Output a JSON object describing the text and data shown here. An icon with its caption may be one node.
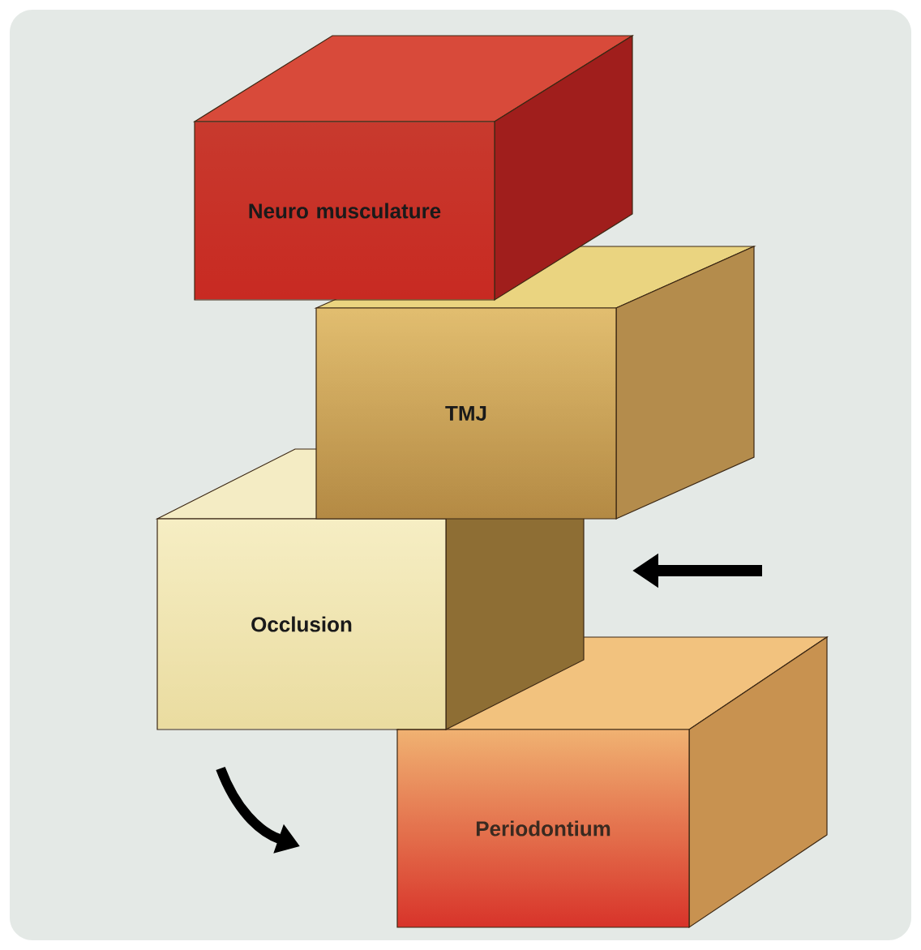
{
  "diagram": {
    "nodes": [
      {
        "text": [
          "Neuro musculature"
        ]
      },
      {
        "text": [
          "TMJ"
        ]
      },
      {
        "text": [
          "Occlusion"
        ]
      },
      {
        "text": [
          "Periodontium"
        ]
      }
    ]
  }
}
